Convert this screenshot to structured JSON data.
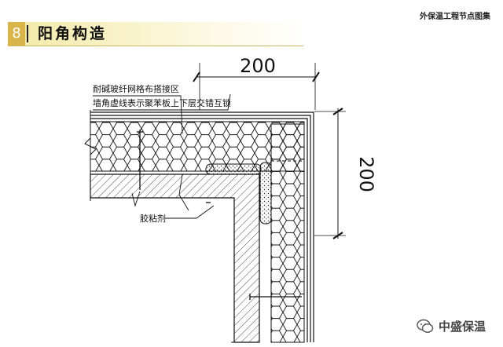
{
  "header": {
    "section_number": "8",
    "section_title": "阳角构造",
    "doc_title": "外保温工程节点图集"
  },
  "annotations": {
    "note_mesh": "耐碱玻纤网格布搭接区",
    "note_board": "墙角虚线表示聚苯板上下层交错互锁",
    "note_adhesive": "胶粘剂"
  },
  "dimensions": {
    "top": "200",
    "right": "200"
  },
  "watermark": {
    "text": "中盛保温",
    "icon": "wechat-icon"
  }
}
